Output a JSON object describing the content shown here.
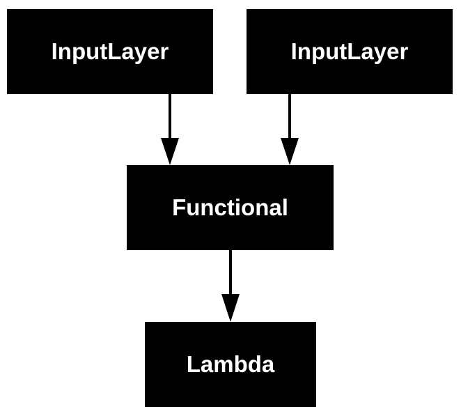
{
  "nodes": {
    "input_1": {
      "label": "InputLayer"
    },
    "input_2": {
      "label": "InputLayer"
    },
    "functional": {
      "label": "Functional"
    },
    "lambda": {
      "label": "Lambda"
    }
  },
  "edges": [
    {
      "from": "InputLayer",
      "to": "Functional"
    },
    {
      "from": "InputLayer",
      "to": "Functional"
    },
    {
      "from": "Functional",
      "to": "Lambda"
    }
  ],
  "colors": {
    "node_fill": "#000000",
    "node_text": "#ffffff",
    "edge": "#000000",
    "background": "#ffffff"
  }
}
